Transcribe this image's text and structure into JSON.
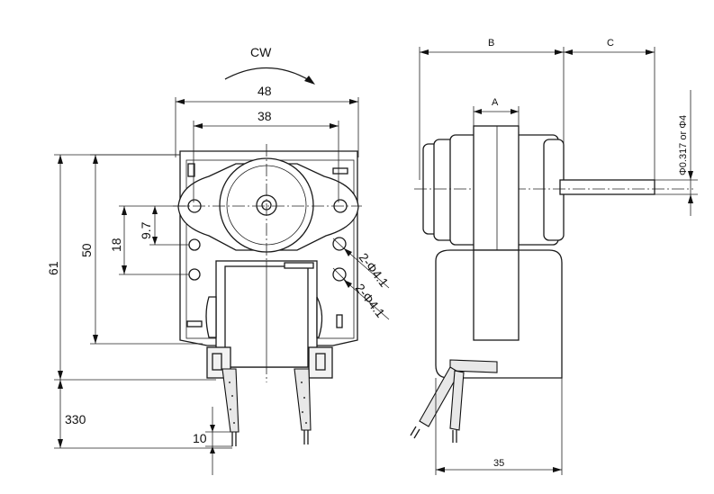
{
  "labels": {
    "rotation": "CW",
    "width_outer": "48",
    "width_inner": "38",
    "height_total": "61",
    "height_body": "50",
    "hole_spacing_18": "18",
    "hole_spacing_9_7": "9.7",
    "hole_dia_upper": "2-Φ4.1",
    "hole_dia_lower": "2-Φ4.1",
    "lead_length": "330",
    "strip_length": "10",
    "dim_b": "B",
    "dim_c": "C",
    "dim_a": "A",
    "shaft_dia": "Φ0.317 or Φ4",
    "depth": "35"
  }
}
